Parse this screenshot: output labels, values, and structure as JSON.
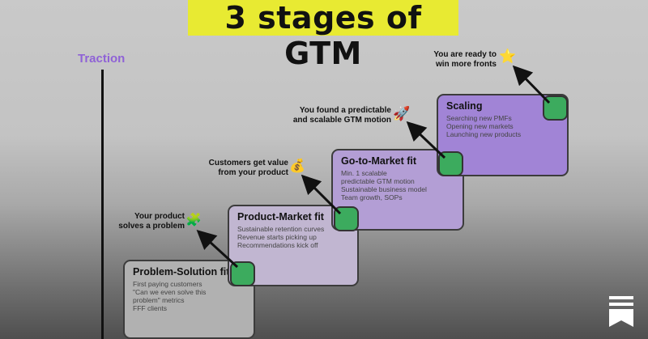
{
  "title": "3 stages of GTM",
  "y_axis_label": "Traction",
  "stages": [
    {
      "title": "Problem-Solution fit",
      "lines": [
        "First paying customers",
        "\"Can we even solve this",
        "problem\" metrics",
        "FFF clients"
      ],
      "fill": "#b1b1b1"
    },
    {
      "title": "Product-Market fit",
      "lines": [
        "Sustainable retention curves",
        "Revenue starts picking up",
        "Recommendations kick off"
      ],
      "fill": "#c1b6d1"
    },
    {
      "title": "Go-to-Market fit",
      "lines": [
        "Min. 1 scalable",
        "predictable GTM motion",
        "Sustainable business model",
        "Team growth, SOPs"
      ],
      "fill": "#b39ed5"
    },
    {
      "title": "Scaling",
      "lines": [
        "Searching new PMFs",
        "Opening new markets",
        "Launching new products"
      ],
      "fill": "#a184d6"
    }
  ],
  "notes": [
    {
      "text": [
        "Your product",
        "solves a problem"
      ],
      "emoji": "🧩",
      "icon": "puzzle-icon"
    },
    {
      "text": [
        "Customers get value",
        "from your product"
      ],
      "emoji": "💰",
      "icon": "money-bag-icon"
    },
    {
      "text": [
        "You found a predictable",
        "and scalable GTM motion"
      ],
      "emoji": "🚀",
      "icon": "rocket-icon"
    },
    {
      "text": [
        "You are ready to",
        "win more fronts"
      ],
      "emoji": "⭐",
      "icon": "star-icon"
    }
  ],
  "colors": {
    "title_bg": "#e8ea32",
    "axis_label": "#8f62d6",
    "corner": "#3cab5e"
  },
  "logo_icon": "substack-icon"
}
